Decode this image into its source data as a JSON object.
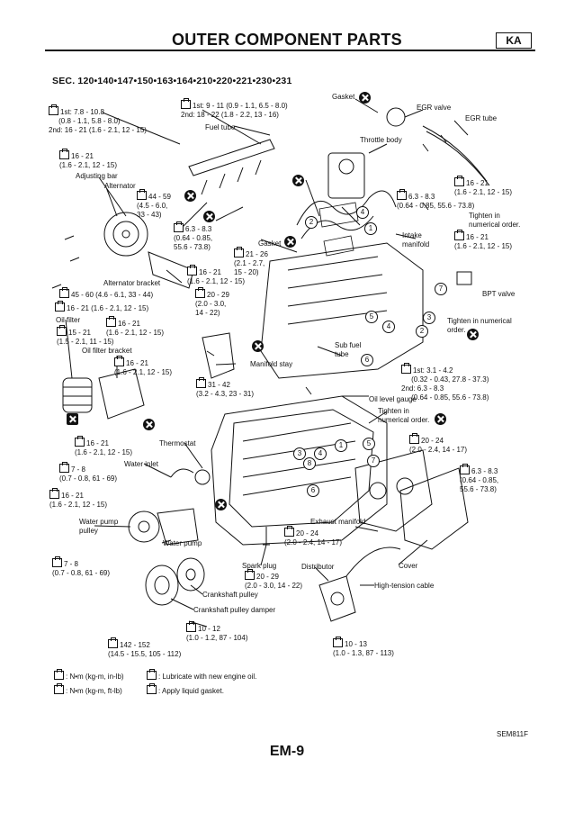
{
  "header": {
    "title": "OUTER COMPONENT PARTS",
    "badge": "KA"
  },
  "section": "SEC. 120•140•147•150•163•164•210•220•221•230•231",
  "labels": {
    "gasket_top": "Gasket",
    "egr_valve": "EGR valve",
    "egr_tube": "EGR tube",
    "fuel_tube": "Fuel tube",
    "throttle_body": "Throttle body",
    "adjusting_bar": "Adjusting bar",
    "alternator": "Alternator",
    "tighten_num_1": "Tighten in\nnumerical order.",
    "intake_manifold": "Intake\nmanifold",
    "gasket_mid": "Gasket",
    "alternator_bracket": "Alternator bracket",
    "bpt_valve": "BPT valve",
    "oil_filter": "Oil filter",
    "tighten_num_2": "Tighten in numerical\norder.",
    "oil_filter_bracket": "Oil filter bracket",
    "sub_fuel_tube": "Sub fuel\ntube",
    "manifold_stay": "Manifold stay",
    "oil_level_gauge": "Oil level gauge",
    "tighten_num_3": "Tighten in\nnumerical order.",
    "thermostat": "Thermostat",
    "water_inlet": "Water inlet",
    "exhaust_manifold": "Exhaust manifold",
    "water_pump_pulley": "Water pump\npulley",
    "water_pump": "Water pump",
    "spark_plug": "Spark plug",
    "distributor": "Distributor",
    "cover": "Cover",
    "high_tension_cable": "High-tension cable",
    "crankshaft_pulley": "Crankshaft pulley",
    "crankshaft_pulley_damper": "Crankshaft pulley damper"
  },
  "torques": {
    "t1": "1st: 7.8 - 10.8\n     (0.8 - 1.1, 5.8 - 8.0)\n2nd: 16 - 21 (1.6 - 2.1, 12 - 15)",
    "t2": "1st: 9 - 11 (0.9 - 1.1, 6.5 - 8.0)\n2nd: 18 - 22 (1.8 - 2.2, 13 - 16)",
    "t3": "16 - 21\n(1.6 - 2.1, 12 - 15)",
    "t4": "44 - 59\n(4.5 - 6.0,\n33 - 43)",
    "t5": "6.3 - 8.3\n(0.64 - 0.85,\n55.6 - 73.8)",
    "t6": "16 - 21\n(1.6 - 2.1, 12 - 15)",
    "t7": "6.3 - 8.3\n(0.64 - 0.85, 55.6 - 73.8)",
    "t8": "16 - 21\n(1.6 - 2.1, 12 - 15)",
    "t9": "21 - 26\n(2.1 - 2.7,\n15 - 20)",
    "t10": "16 - 21\n(1.6 - 2.1, 12 - 15)",
    "t11": "45 - 60 (4.6 - 6.1, 33 - 44)",
    "t12": "20 - 29\n(2.0 - 3.0,\n14 - 22)",
    "t13": "16 - 21 (1.6 - 2.1, 12 - 15)",
    "t14": "16 - 21\n(1.6 - 2.1, 12 - 15)",
    "t15": "15 - 21\n(1.5 - 2.1, 11 - 15)",
    "t16": "16 - 21\n(1.6 - 2.1, 12 - 15)",
    "t17": "1st: 3.1 - 4.2\n     (0.32 - 0.43, 27.8 - 37.3)\n2nd: 6.3 - 8.3\n     (0.64 - 0.85, 55.6 - 73.8)",
    "t18": "31 - 42\n(3.2 - 4.3, 23 - 31)",
    "t19": "20 - 24\n(2.0 - 2.4, 14 - 17)",
    "t20": "16 - 21\n(1.6 - 2.1, 12 - 15)",
    "t21": "7 - 8\n(0.7 - 0.8, 61 - 69)",
    "t22": "6.3 - 8.3\n(0.64 - 0.85,\n55.6 - 73.8)",
    "t23": "16 - 21\n(1.6 - 2.1, 12 - 15)",
    "t24": "20 - 24\n(2.0 - 2.4, 14 - 17)",
    "t25": "7 - 8\n(0.7 - 0.8, 61 - 69)",
    "t26": "20 - 29\n(2.0 - 3.0, 14 - 22)",
    "t27": "10 - 12\n(1.0 - 1.2, 87 - 104)",
    "t28": "142 - 152\n(14.5 - 15.5, 105 - 112)",
    "t29": "10 - 13\n(1.0 - 1.3, 87 - 113)"
  },
  "circle_numbers": [
    "1",
    "2",
    "3",
    "4",
    "5",
    "6",
    "7",
    "8"
  ],
  "legend": {
    "nm_kgm_inlb": ": N•m (kg-m, in-lb)",
    "nm_kgm_ftlb": ": N•m (kg-m, ft-lb)",
    "oil": ": Lubricate with new engine oil.",
    "gasket": ": Apply liquid gasket."
  },
  "figure_id": "SEM811F",
  "page_number": "EM-9"
}
